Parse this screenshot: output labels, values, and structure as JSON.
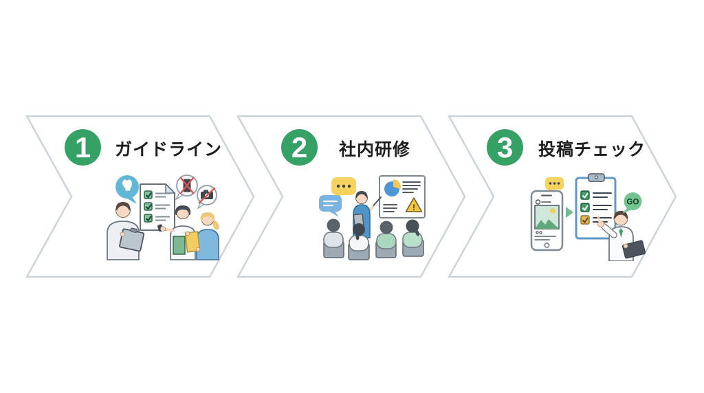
{
  "page": {
    "description": "three-step social media compliance process flow",
    "background_color": "#ffffff",
    "accent_green": "#36a164",
    "chevron_border_color": "#ccd3d9",
    "highlight_yellow": "#f6d35e",
    "info_blue": "#7ab4e2",
    "alert_red": "#d65454",
    "go_green": "#72c491"
  },
  "steps": [
    {
      "number": "1",
      "label": "ガイドライン",
      "illustration": {
        "name": "guidelines-discussion",
        "icons": [
          "tooth-speech-bubble-icon",
          "checklist-document-icon",
          "no-phone-icon",
          "no-camera-icon",
          "clipboard-icon",
          "green-folder-icon",
          "yellow-folder-icon"
        ]
      }
    },
    {
      "number": "2",
      "label": "社内研修",
      "warning_mark": "!",
      "illustration": {
        "name": "internal-training-seminar",
        "icons": [
          "chat-dots-bubble-icon",
          "chat-lines-bubble-icon",
          "whiteboard-icon",
          "pie-chart-icon",
          "warning-triangle-icon",
          "pointer-stick-icon"
        ]
      }
    },
    {
      "number": "3",
      "label": "投稿チェック",
      "go_label": "GO",
      "illustration": {
        "name": "post-approval-check",
        "icons": [
          "chat-dots-bubble-icon",
          "smartphone-post-icon",
          "forward-arrow-icon",
          "checklist-clipboard-icon",
          "doctor-pointing-icon",
          "go-speech-bubble-icon"
        ]
      }
    }
  ]
}
